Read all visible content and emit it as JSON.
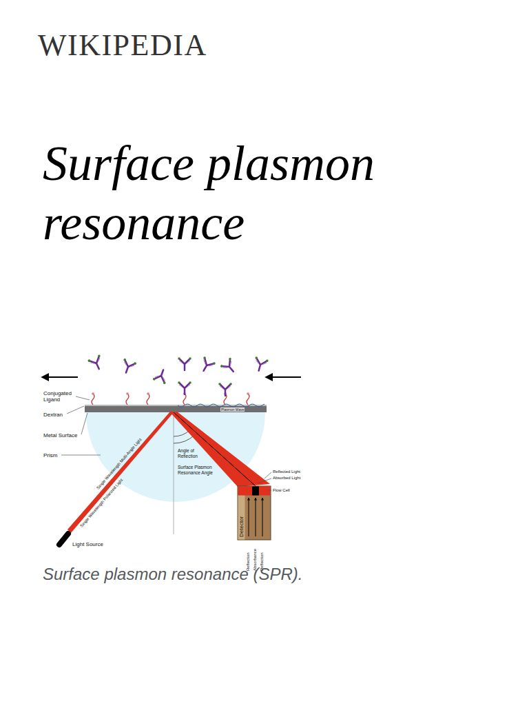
{
  "diagram": {
    "title": "Surface plasmon resonance",
    "caption": "Surface plasmon resonance (SPR).",
    "nodes": [
      {
        "text": [
          "Detector"
        ]
      }
    ],
    "labels": [
      "WIKIPEDIA",
      "Conjugated Ligand",
      "Dextran",
      "Metal Surface",
      "Prism",
      "Plasmon Wave",
      "Angle of Reflection",
      "Surface Plasmon Resonance Angle",
      "Single Wavelength Multi-Angle Light",
      "Single Wavelength Polarized Light",
      "Light Source",
      "Reflected Light",
      "Absorbed Light",
      "Flow Cell",
      "Reflection",
      "Absorbance",
      "Reflection"
    ]
  }
}
